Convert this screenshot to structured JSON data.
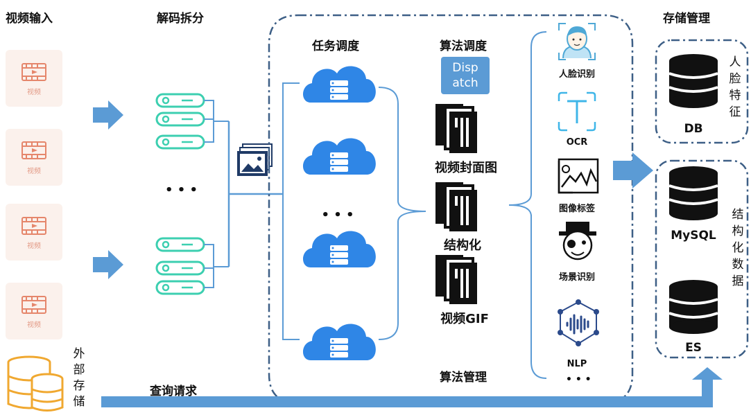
{
  "headers": {
    "video_input": "视频输入",
    "decode_split": "解码拆分",
    "task_schedule": "任务调度",
    "algo_schedule": "算法调度",
    "storage_mgmt": "存储管理",
    "algo_mgmt": "算法管理"
  },
  "video_cards": [
    {
      "caption": "视频"
    },
    {
      "caption": "视频"
    },
    {
      "caption": "视频"
    },
    {
      "caption": "视频"
    }
  ],
  "ellipsis": "• • •",
  "dispatch_label": "Dispatch",
  "algo_outputs": [
    "视频封面图",
    "结构化",
    "视频GIF"
  ],
  "algorithms": [
    "人脸识别",
    "OCR",
    "图像标签",
    "场景识别",
    "NLP"
  ],
  "databases": {
    "db": "DB",
    "mysql": "MySQL",
    "es": "ES"
  },
  "side_labels": {
    "face_feature": "人脸特征",
    "structured_data": "结构化数据",
    "external_storage": "外部存储"
  },
  "query_request": "查询请求",
  "colors": {
    "arrow": "#5b9bd5",
    "cloud": "#2f86e6",
    "server": "#3ccfb0",
    "dashed_border": "#3d5f86",
    "storage": "#f0a830",
    "video_icon": "#e5866b"
  }
}
